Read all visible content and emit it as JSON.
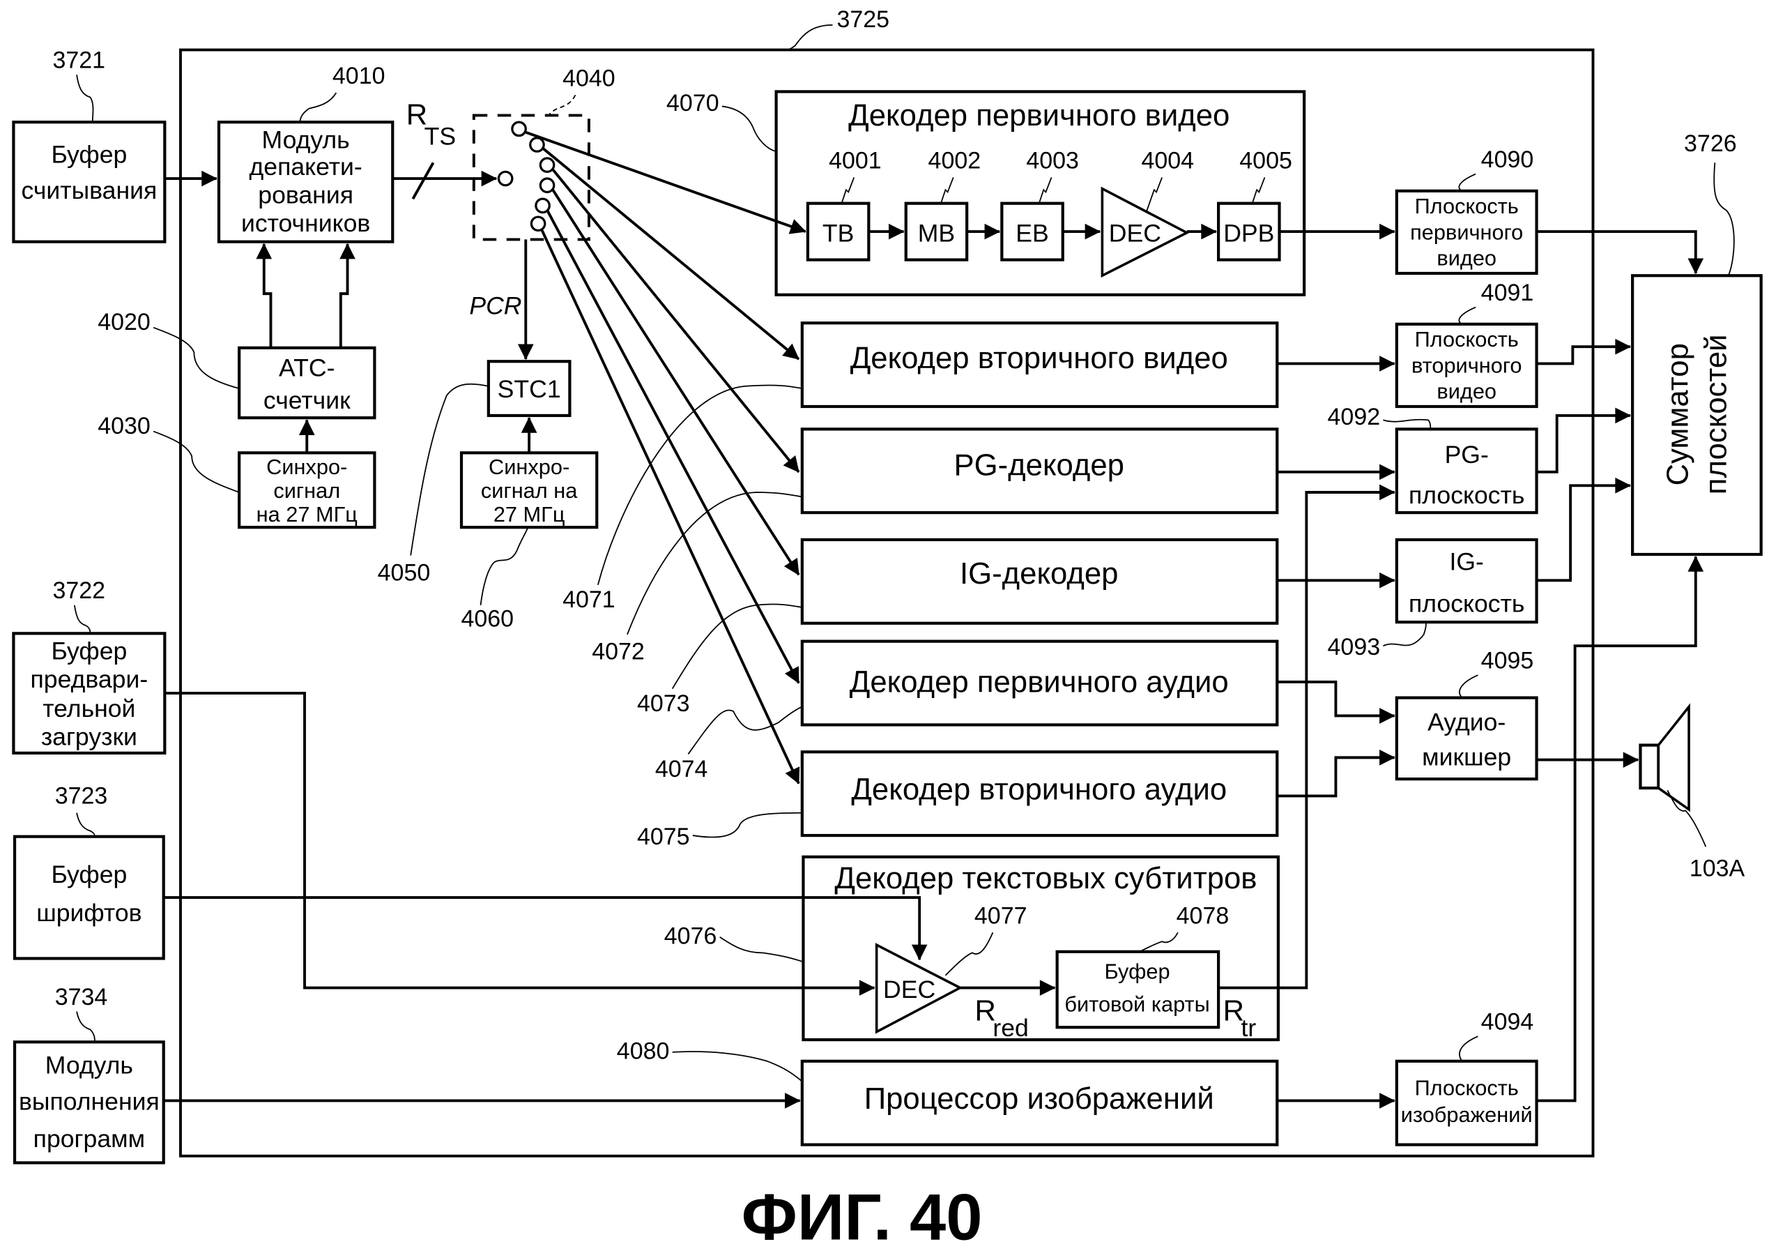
{
  "figure": {
    "caption": "ФИГ. 40",
    "outer_ref": "3725",
    "external": {
      "read_buffer": {
        "ref": "3721",
        "lines": [
          "Буфер",
          "считывания"
        ]
      },
      "preload_buffer": {
        "ref": "3722",
        "lines": [
          "Буфер",
          "предвари-",
          "тельной",
          "загрузки"
        ]
      },
      "font_buffer": {
        "ref": "3723",
        "lines": [
          "Буфер",
          "шрифтов"
        ]
      },
      "program_module": {
        "ref": "3734",
        "lines": [
          "Модуль",
          "выполнения",
          "программ"
        ]
      },
      "plane_adder": {
        "ref": "3726",
        "lines": [
          "Сумматор",
          "плоскостей"
        ]
      },
      "speaker": {
        "ref": "103A"
      }
    },
    "depacketizer": {
      "ref": "4010",
      "lines": [
        "Модуль",
        "депакети-",
        "рования",
        "источников"
      ]
    },
    "atc_counter": {
      "ref": "4020",
      "lines": [
        "ATC-",
        "счетчик"
      ]
    },
    "clock_atc": {
      "ref": "4030",
      "lines": [
        "Синхро-",
        "сигнал",
        "на 27 МГц"
      ]
    },
    "pid_filter": {
      "ref": "4040"
    },
    "stc": {
      "ref": "4050",
      "label": "STC1"
    },
    "clock_stc": {
      "ref": "4060",
      "lines": [
        "Синхро-",
        "сигнал на",
        "27 МГц"
      ]
    },
    "rate_labels": {
      "rts_main": "R",
      "rts_sub": "TS",
      "pcr": "PCR",
      "rred_main": "R",
      "rred_sub": "red",
      "rtr_main": "R",
      "rtr_sub": "tr"
    },
    "primary_video_decoder": {
      "ref": "4070",
      "title": "Декодер первичного видео",
      "stages": [
        {
          "ref": "4001",
          "label": "TB"
        },
        {
          "ref": "4002",
          "label": "MB"
        },
        {
          "ref": "4003",
          "label": "EB"
        },
        {
          "ref": "4004",
          "label": "DEC"
        },
        {
          "ref": "4005",
          "label": "DPB"
        }
      ]
    },
    "decoders": [
      {
        "ref": "4071",
        "label": "Декодер вторичного видео"
      },
      {
        "ref": "4072",
        "label": "PG-декодер"
      },
      {
        "ref": "4073",
        "label": "IG-декодер"
      },
      {
        "ref": "4074",
        "label": "Декодер первичного аудио"
      },
      {
        "ref": "4075",
        "label": "Декодер вторичного аудио"
      }
    ],
    "text_subtitle_decoder": {
      "ref": "4076",
      "title": "Декодер текстовых субтитров",
      "dec": {
        "ref": "4077",
        "label": "DEC"
      },
      "bitmap_buffer": {
        "ref": "4078",
        "lines": [
          "Буфер",
          "битовой карты"
        ]
      }
    },
    "image_processor": {
      "ref": "4080",
      "label": "Процессор изображений"
    },
    "planes": {
      "primary_video": {
        "ref": "4090",
        "lines": [
          "Плоскость",
          "первичного",
          "видео"
        ]
      },
      "secondary_video": {
        "ref": "4091",
        "lines": [
          "Плоскость",
          "вторичного",
          "видео"
        ]
      },
      "pg": {
        "ref": "4092",
        "lines": [
          "PG-",
          "плоскость"
        ]
      },
      "ig": {
        "ref": "4093",
        "lines": [
          "IG-",
          "плоскость"
        ]
      },
      "image": {
        "ref": "4094",
        "lines": [
          "Плоскость",
          "изображений"
        ]
      }
    },
    "audio_mixer": {
      "ref": "4095",
      "lines": [
        "Аудио-",
        "микшер"
      ]
    }
  }
}
